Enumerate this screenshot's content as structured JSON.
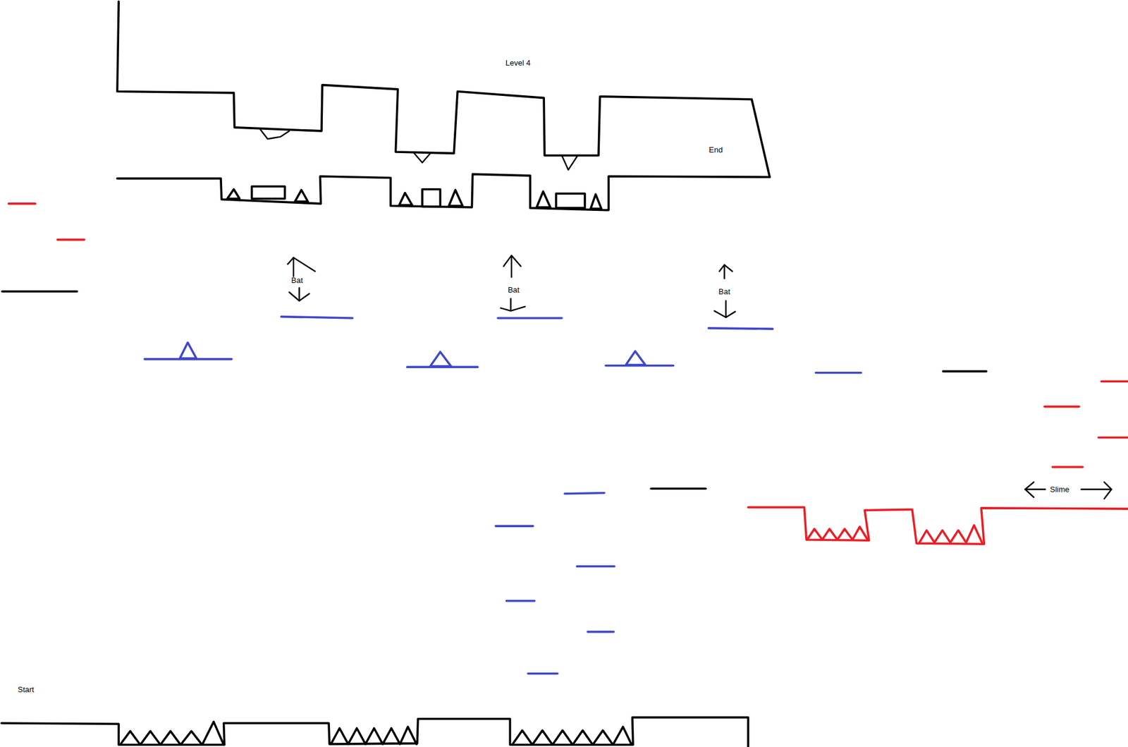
{
  "diagram": {
    "labels": [
      "Level 4",
      "End",
      "Start",
      "Bat",
      "Bat",
      "Bat",
      "Slime"
    ]
  }
}
